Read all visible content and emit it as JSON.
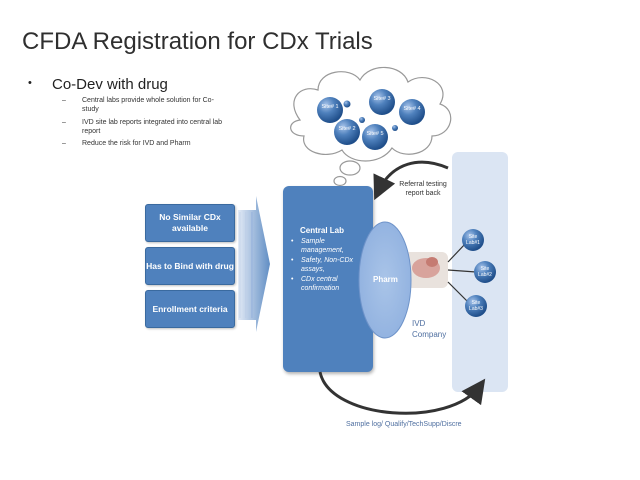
{
  "title": "CFDA Registration for CDx Trials",
  "bullet": {
    "marker": "•",
    "text": "Co-Dev with drug",
    "subs": [
      {
        "dash": "–",
        "text": "Central labs provide whole solution for Co-study"
      },
      {
        "dash": "–",
        "text": "IVD site lab reports integrated into central lab report"
      },
      {
        "dash": "–",
        "text": "Reduce the risk for IVD and Pharm"
      }
    ]
  },
  "left_boxes": [
    {
      "label": "No Similar CDx available"
    },
    {
      "label": "Has to Bind with drug"
    },
    {
      "label": "Enrollment criteria"
    }
  ],
  "central_lab": {
    "title": "Central Lab",
    "items": [
      "Sample management,",
      "Safety, Non-CDx assays,",
      "CDx central confirmation"
    ]
  },
  "pharm_label": "Pharm",
  "ivd_company": "IVD Company",
  "referral_label": "Referral testing report back",
  "sample_log_label": "Sample log/ Qualify/TechSupp/Discre",
  "cloud_sites": [
    "Site# 1",
    "Site# 2",
    "Site# 3",
    "Site# 4",
    "Site# 5"
  ],
  "ivd_sites": [
    "Site Lab#1",
    "Site Lab#2",
    "Site Lab#3"
  ],
  "colors": {
    "box_blue": "#4f81bd",
    "panel_light": "#dbe5f3",
    "text_dark": "#2f2f2f"
  }
}
